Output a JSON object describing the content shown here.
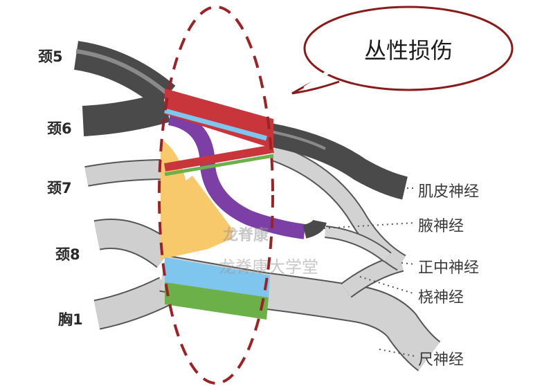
{
  "callout": {
    "text": "丛性损伤"
  },
  "roots": [
    {
      "id": "c5",
      "label": "颈5"
    },
    {
      "id": "c6",
      "label": "颈6"
    },
    {
      "id": "c7",
      "label": "颈7"
    },
    {
      "id": "c8",
      "label": "颈8"
    },
    {
      "id": "t1",
      "label": "胸1"
    }
  ],
  "nerves": [
    {
      "id": "musculocutaneous",
      "label": "肌皮神经"
    },
    {
      "id": "axillary",
      "label": "腋神经"
    },
    {
      "id": "median",
      "label": "正中神经"
    },
    {
      "id": "radial",
      "label": "桡神经"
    },
    {
      "id": "ulnar",
      "label": "尺神经"
    }
  ],
  "watermark": {
    "line1": "龙脊康",
    "line2": "龙脊康大学堂"
  },
  "colors": {
    "dark": "#4a4a4a",
    "gray": "#c9c9c9",
    "red": "#c8353a",
    "blue": "#7ec6ee",
    "purple": "#7b3fa6",
    "yellow": "#f7c96a",
    "green": "#6cb04a",
    "ellipse": "#9b2226",
    "bubble": "#8b1a1a"
  }
}
